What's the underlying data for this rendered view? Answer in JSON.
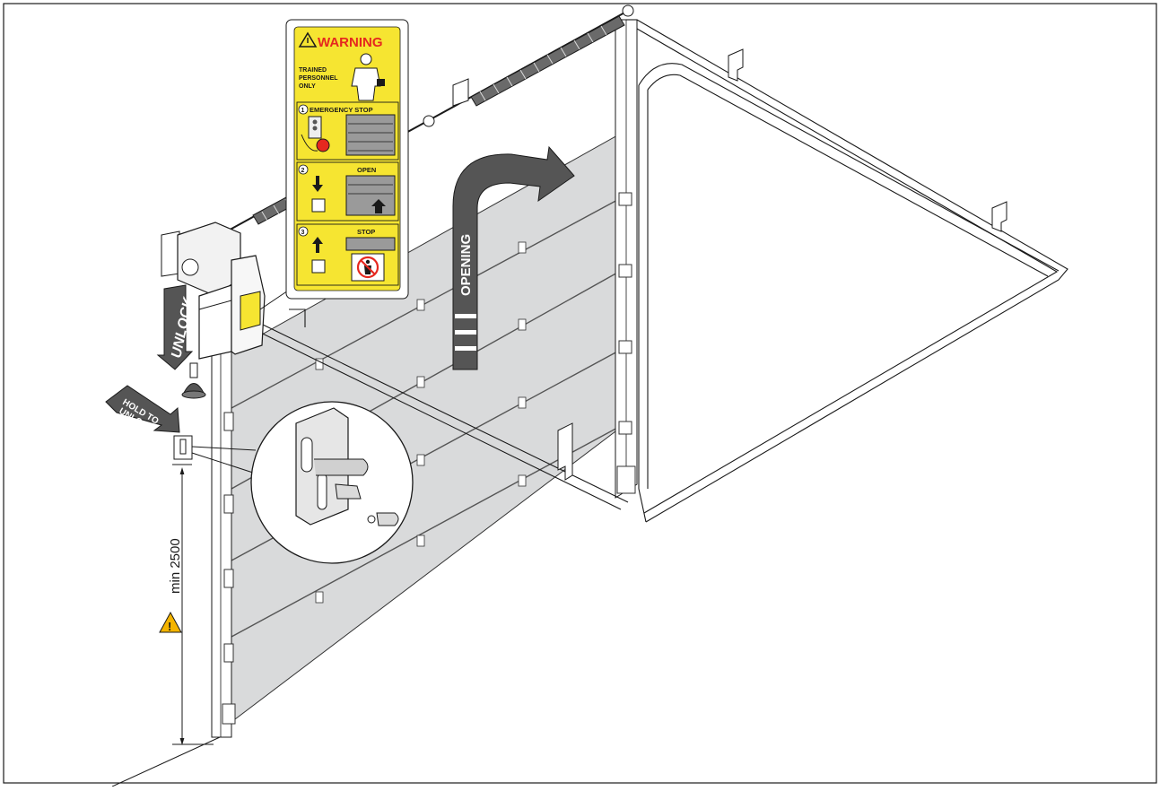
{
  "warning_label": {
    "title": "WARNING",
    "personnel_line1": "TRAINED",
    "personnel_line2": "PERSONNEL",
    "personnel_line3": "ONLY",
    "step1_number": "1",
    "step1_title": "EMERGENCY STOP",
    "step2_number": "2",
    "step2_title": "OPEN",
    "step3_number": "3",
    "step3_title": "STOP"
  },
  "annotations": {
    "opening": "OPENING",
    "unlock": "UNLOCK",
    "hold_line1": "HOLD TO",
    "hold_line2": "UNLOCK",
    "min_height": "min 2500",
    "caution_symbol": "!"
  },
  "colors": {
    "label_yellow": "#f6e531",
    "warning_red": "#e5281f",
    "panel_gray": "#d9dadb",
    "dark_gray": "#4a4a4a",
    "line": "#1a1a1a"
  },
  "icons": [
    "warning-triangle-icon",
    "worker-icon",
    "emergency-stop-hand-icon",
    "prohibited-person-icon",
    "caution-icon"
  ]
}
